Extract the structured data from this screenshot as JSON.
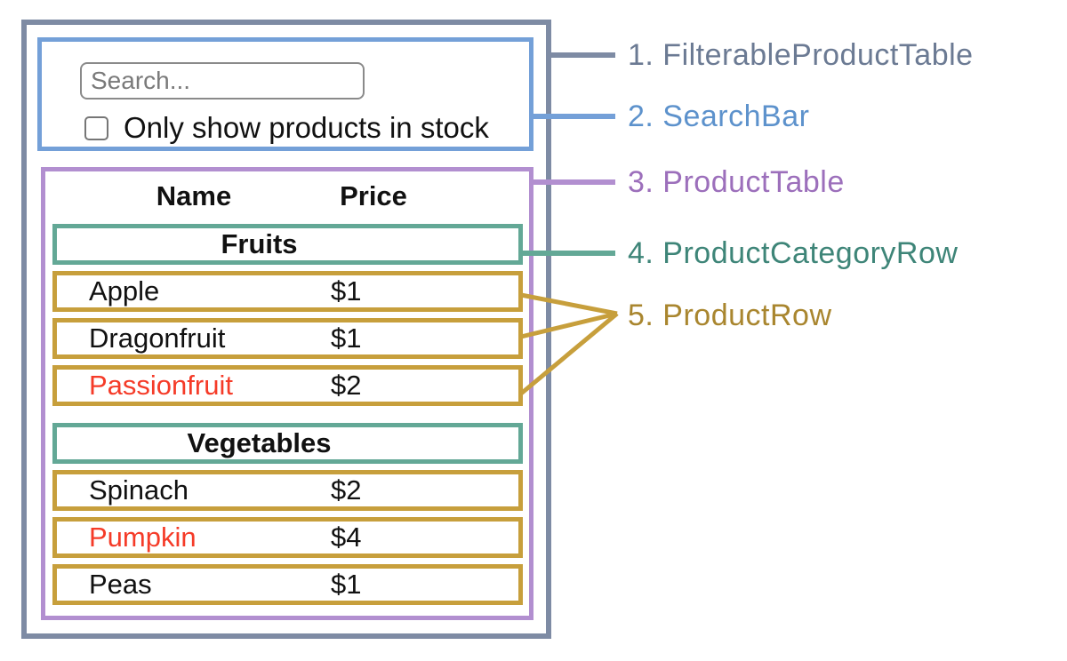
{
  "search": {
    "placeholder": "Search...",
    "checkbox_label": "Only show products in stock",
    "checkbox_checked": false
  },
  "table": {
    "headers": {
      "name": "Name",
      "price": "Price"
    },
    "sections": [
      {
        "category": "Fruits",
        "rows": [
          {
            "name": "Apple",
            "price": "$1",
            "name_red": false
          },
          {
            "name": "Dragonfruit",
            "price": "$1",
            "name_red": false
          },
          {
            "name": "Passionfruit",
            "price": "$2",
            "name_red": true
          }
        ]
      },
      {
        "category": "Vegetables",
        "rows": [
          {
            "name": "Spinach",
            "price": "$2",
            "name_red": false
          },
          {
            "name": "Pumpkin",
            "price": "$4",
            "name_red": true
          },
          {
            "name": "Peas",
            "price": "$1",
            "name_red": false
          }
        ]
      }
    ]
  },
  "annotations": [
    {
      "label": "1. FilterableProductTable"
    },
    {
      "label": "2. SearchBar"
    },
    {
      "label": "3. ProductTable"
    },
    {
      "label": "4. ProductCategoryRow"
    },
    {
      "label": "5. ProductRow"
    }
  ],
  "colors": {
    "gray": "#7e8ba4",
    "blue": "#74a0d8",
    "purple": "#b28fd0",
    "teal": "#63a896",
    "gold": "#c79f3c",
    "red": "#f53b28",
    "label1": "#6b7a93",
    "label2": "#5d92cc",
    "label3": "#9c6fbb",
    "label4": "#3e8578",
    "label5": "#a9862f"
  }
}
